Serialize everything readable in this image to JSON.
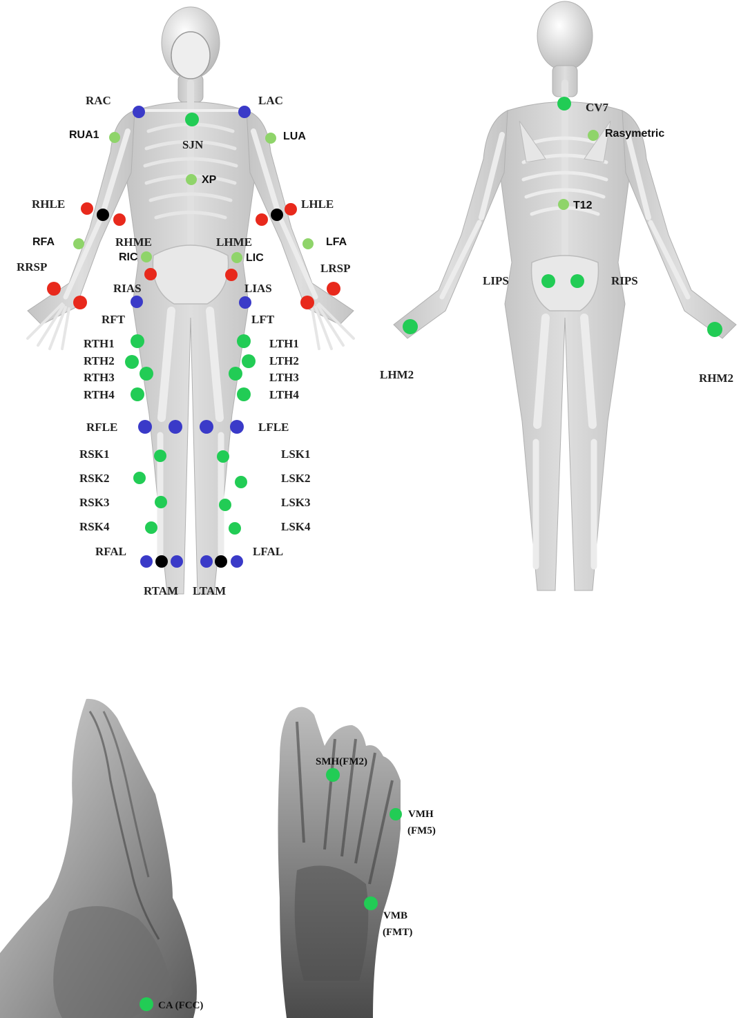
{
  "colors": {
    "blue": "#3a3ac8",
    "green": "#22cc55",
    "lightgreen": "#8fd46a",
    "red": "#e8291c",
    "black": "#000000",
    "body": "#cfcfcf",
    "bone": "#f2f2f2"
  },
  "front_view": {
    "labels": {
      "RAC": "RAC",
      "LAC": "LAC",
      "SJN": "SJN",
      "RUA1": "RUA1",
      "LUA": "LUA",
      "XP": "XP",
      "RHLE": "RHLE",
      "LHLE": "LHLE",
      "RFA": "RFA",
      "LFA": "LFA",
      "RHME": "RHME",
      "LHME": "LHME",
      "RIC": "RIC",
      "LIC": "LIC",
      "RRSP": "RRSP",
      "LRSP": "LRSP",
      "RIAS": "RIAS",
      "LIAS": "LIAS",
      "RFT": "RFT",
      "LFT": "LFT",
      "RTH1": "RTH1",
      "RTH2": "RTH2",
      "RTH3": "RTH3",
      "RTH4": "RTH4",
      "LTH1": "LTH1",
      "LTH2": "LTH2",
      "LTH3": "LTH3",
      "LTH4": "LTH4",
      "RFLE": "RFLE",
      "LFLE": "LFLE",
      "RSK1": "RSK1",
      "RSK2": "RSK2",
      "RSK3": "RSK3",
      "RSK4": "RSK4",
      "LSK1": "LSK1",
      "LSK2": "LSK2",
      "LSK3": "LSK3",
      "LSK4": "LSK4",
      "RFAL": "RFAL",
      "LFAL": "LFAL",
      "RTAM": "RTAM",
      "LTAM": "LTAM"
    }
  },
  "back_view": {
    "labels": {
      "CV7": "CV7",
      "Rasymetric": "Rasymetric",
      "T12": "T12",
      "LIPS": "LIPS",
      "RIPS": "RIPS",
      "LHM2": "LHM2",
      "RHM2": "RHM2"
    }
  },
  "foot_lateral": {
    "labels": {
      "CA": "CA (FCC)"
    }
  },
  "foot_dorsal": {
    "labels": {
      "SMH": "SMH(FM2)",
      "VMH_1": "VMH",
      "VMH_2": "(FM5)",
      "VMB_1": "VMB",
      "VMB_2": "(FMT)"
    }
  }
}
